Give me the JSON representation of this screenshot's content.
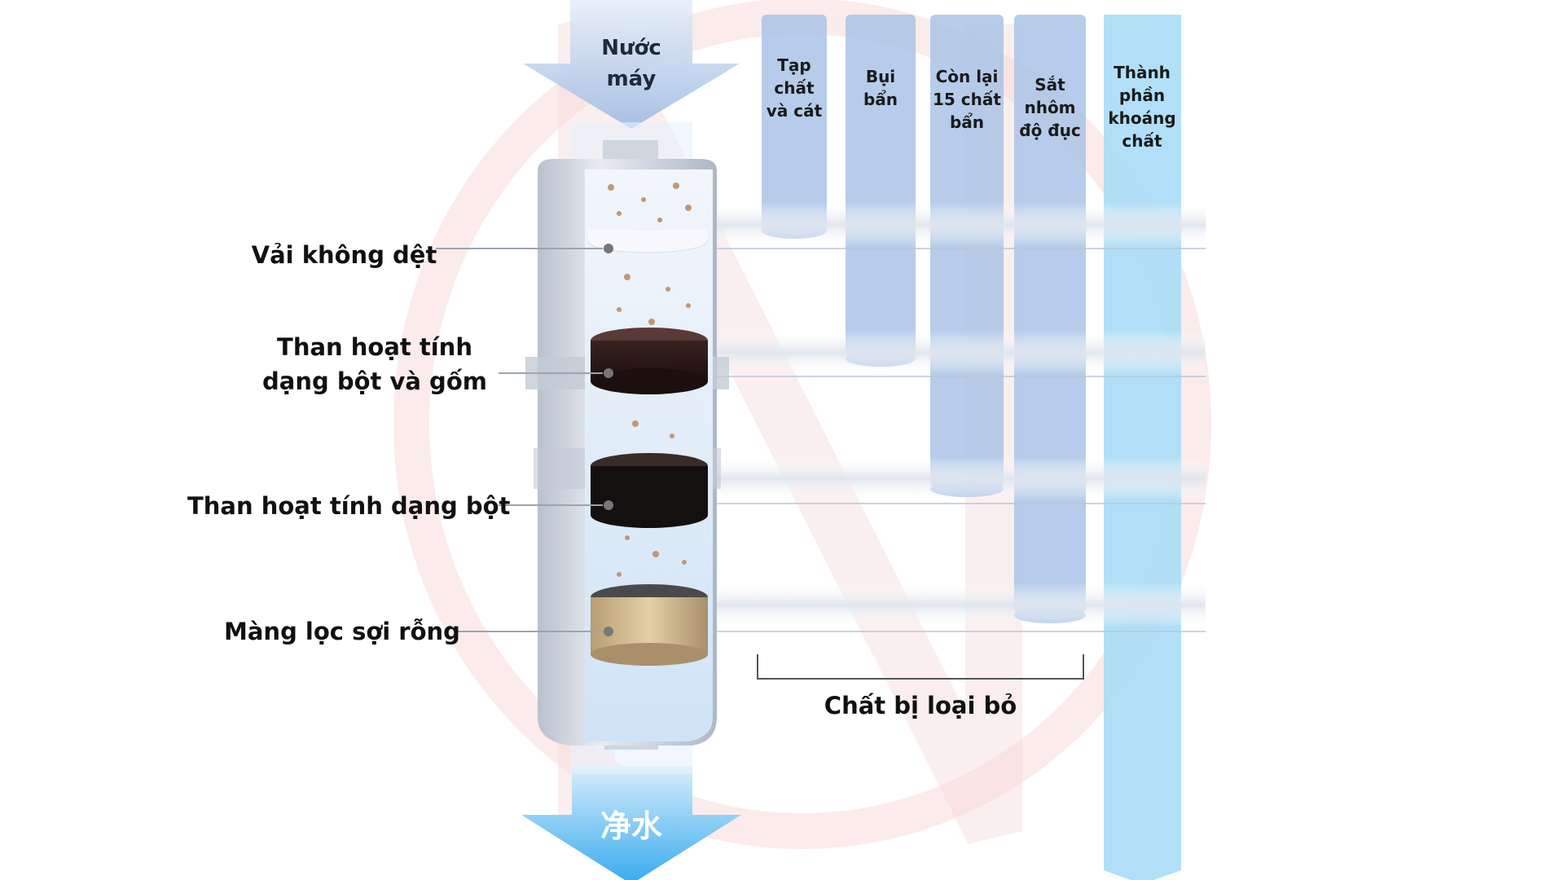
{
  "input_arrow": {
    "line1": "Nước",
    "line2": "máy"
  },
  "output_arrow": {
    "label": "净水"
  },
  "layers": [
    {
      "line1": "Vải không dệt",
      "line2": ""
    },
    {
      "line1": "Than hoạt tính",
      "line2": "dạng bột và gốm"
    },
    {
      "line1": "Than hoạt tính dạng bột",
      "line2": ""
    },
    {
      "line1": "Màng lọc sợi rỗng",
      "line2": ""
    }
  ],
  "columns": [
    {
      "lines": [
        "Tạp",
        "chất",
        "và cát"
      ]
    },
    {
      "lines": [
        "Bụi",
        "bẩn"
      ]
    },
    {
      "lines": [
        "Còn lại",
        "15 chất",
        "bẩn"
      ]
    },
    {
      "lines": [
        "Sắt",
        "nhôm",
        "độ đục"
      ]
    },
    {
      "lines": [
        "Thành",
        "phần",
        "khoáng",
        "chất"
      ]
    }
  ],
  "removed_bracket_label": "Chất bị loại bỏ",
  "colors": {
    "column_blue": "#a9c3e6",
    "mineral_blue": "#a9dcf6",
    "arrow_top": "#b3c9e8",
    "arrow_bottom": "#4fb3ee",
    "watermark_red": "#f6d3d3"
  }
}
